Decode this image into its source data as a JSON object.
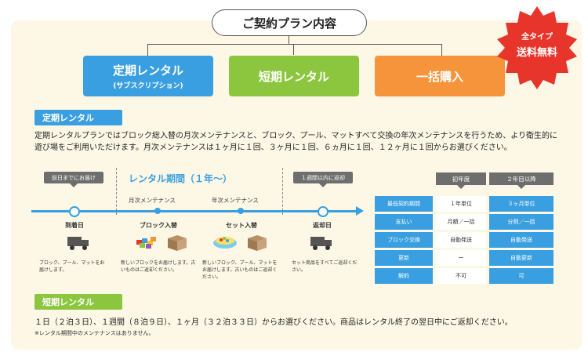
{
  "header": {
    "title": "ご契約プラン内容"
  },
  "badge": {
    "line1": "全タイプ",
    "line2": "送料無料",
    "color": "#e8352b"
  },
  "plans": [
    {
      "name": "定期レンタル",
      "sub": "(サブスクリプション)",
      "color": "#3a9fe0"
    },
    {
      "name": "短期レンタル",
      "sub": "",
      "color": "#8cc63f"
    },
    {
      "name": "一括購入",
      "sub": "",
      "color": "#f5943a"
    }
  ],
  "teiki": {
    "label": "定期レンタル",
    "desc": "定期レンタルプランではブロック総入替の月次メンテナンスと、ブロック、プール、マットすべて交換の年次メンテナンスを行うため、より衛生的に遊び場をご利用いただけます。月次メンテナンスは１ヶ月に１回、３ヶ月に１回、６ヵ月に１回、１２ヶ月に１回からお選びください。",
    "timeline": {
      "tag_before": "前日までにお届け",
      "period": "レンタル期間（１年～）",
      "tag_return": "１週間以内に返却",
      "monthly": "月次メンテナンス",
      "yearly": "年次メンテナンス",
      "steps": [
        {
          "title": "到着日",
          "desc": "ブロック、プール、マットをお届けします。"
        },
        {
          "title": "ブロック入替",
          "desc": "新しいブロックをお届けします。古いものはご返却ください。"
        },
        {
          "title": "セット入替",
          "desc": "新しいブロック、プール、マットをお届けします。古いものはご返却ください。"
        },
        {
          "title": "返却日",
          "desc": "セット商品をすべてご返却ください。"
        }
      ]
    },
    "table": {
      "headers": [
        "初年度",
        "２年目以降"
      ],
      "rows": [
        {
          "label": "最低契約期間",
          "y1": "１年単位",
          "y2": "３ヶ月単位"
        },
        {
          "label": "支払い",
          "y1": "月額／一括",
          "y2": "分割／一括"
        },
        {
          "label": "ブロック交換",
          "y1": "自動発送",
          "y2": "自動発送"
        },
        {
          "label": "更新",
          "y1": "ー",
          "y2": "自動更新"
        },
        {
          "label": "解約",
          "y1": "不可",
          "y2": "可"
        }
      ]
    }
  },
  "tanki": {
    "label": "短期レンタル",
    "desc": "１日（２泊３日）、１週間（８泊９日）、１ヶ月（３２泊３３日）からお選びください。商品はレンタル終了の翌日中にご返却ください。",
    "note": "※レンタル期間中のメンテナンスはありません。"
  }
}
